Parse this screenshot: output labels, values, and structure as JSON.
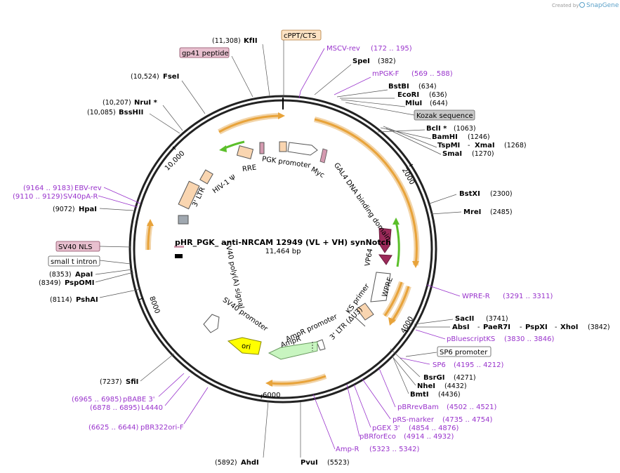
{
  "credit": {
    "created_by": "Created by",
    "brand": "SnapGene"
  },
  "plasmid": {
    "name": "pHR_PGK_ anti-NRCAM 12949 (VL + VH) synNotch",
    "size": "11,464 bp"
  },
  "ticks": [
    "2000",
    "4000",
    "6000",
    "8000",
    "10,000"
  ],
  "boxed_labels": {
    "cppt": "cPPT/CTS",
    "gp41": "gp41 peptide",
    "kozak": "Kozak sequence",
    "sv40nls": "SV40 NLS",
    "small_t": "small t intron",
    "sp6": "SP6 promoter"
  },
  "inner_labels": {
    "rre": "RRE",
    "pgk": "PGK promoter",
    "myc": "Myc",
    "hiv": "HIV-1 Ψ",
    "ltr3": "3' LTR",
    "gal4": "GAL4 DNA binding domain",
    "vp64": "VP64",
    "wpre": "WPRE",
    "ks": "KS primer",
    "ltr3du3": "3' LTR (ΔU3)",
    "ampr_prom": "AmpR promoter",
    "ampr": "AmpR",
    "ori": "ori",
    "sv40_prom": "SV40 promoter",
    "sv40_polya": "SV40 poly(A) signal"
  },
  "sites": {
    "kfli": {
      "pos": "(11,308)",
      "name": "KfII"
    },
    "msvc": {
      "name": "MSCV-rev",
      "range": "(172 .. 195)"
    },
    "spei": {
      "name": "SpeI",
      "pos": "(382)"
    },
    "mpgk": {
      "name": "mPGK-F",
      "range": "(569 .. 588)"
    },
    "bstbi": {
      "name": "BstBI",
      "pos": "(634)"
    },
    "ecori": {
      "name": "EcoRI",
      "pos": "(636)"
    },
    "mlui": {
      "name": "MluI",
      "pos": "(644)"
    },
    "bcli": {
      "name": "BclI *",
      "pos": "(1063)"
    },
    "bamhi": {
      "name": "BamHI",
      "pos": "(1246)"
    },
    "tspmi": {
      "name": "TspMI",
      "dash": "-",
      "name2": "XmaI",
      "pos": "(1268)"
    },
    "smai": {
      "name": "SmaI",
      "pos": "(1270)"
    },
    "bstxi": {
      "name": "BstXI",
      "pos": "(2300)"
    },
    "mrei": {
      "name": "MreI",
      "pos": "(2485)"
    },
    "wpre_r": {
      "name": "WPRE-R",
      "range": "(3291 .. 3311)"
    },
    "saci": {
      "name": "SacII",
      "pos": "(3741)"
    },
    "absi": {
      "name": "AbsI",
      "d1": "-",
      "name2": "PaeR7I",
      "d2": "-",
      "name3": "PspXI",
      "d3": "-",
      "name4": "XhoI",
      "pos": "(3842)"
    },
    "pbluescript": {
      "name": "pBluescriptKS",
      "range": "(3830 .. 3846)"
    },
    "sp6": {
      "name": "SP6",
      "range": "(4195 .. 4212)"
    },
    "bsrgi": {
      "name": "BsrGI",
      "pos": "(4271)"
    },
    "nhei": {
      "name": "NheI",
      "pos": "(4432)"
    },
    "bmti": {
      "name": "BmtI",
      "pos": "(4436)"
    },
    "pbrrevbam": {
      "name": "pBRrevBam",
      "range": "(4502 .. 4521)"
    },
    "prs": {
      "name": "pRS-marker",
      "range": "(4735 .. 4754)"
    },
    "pgex": {
      "name": "pGEX 3'",
      "range": "(4854 .. 4876)"
    },
    "pbrforeco": {
      "name": "pBRforEco",
      "range": "(4914 .. 4932)"
    },
    "ampr_p": {
      "name": "Amp-R",
      "range": "(5323 .. 5342)"
    },
    "pvui": {
      "name": "PvuI",
      "pos": "(5523)"
    },
    "ahdi": {
      "pos": "(5892)",
      "name": "AhdI"
    },
    "pbr322": {
      "range": "(6625 .. 6644)",
      "name": "pBR322ori-F"
    },
    "l4440": {
      "range": "(6878 .. 6895)",
      "name": "L4440"
    },
    "pbabe": {
      "range": "(6965 .. 6985)",
      "name": "pBABE 3'"
    },
    "sfii": {
      "pos": "(7237)",
      "name": "SfiI"
    },
    "pshai": {
      "pos": "(8114)",
      "name": "PshAI"
    },
    "pspomi": {
      "pos": "(8349)",
      "name": "PspOMI"
    },
    "apai": {
      "pos": "(8353)",
      "name": "ApaI"
    },
    "hpai": {
      "pos": "(9072)",
      "name": "HpaI"
    },
    "sv40pa": {
      "range": "(9110 .. 9129)",
      "name": "SV40pA-R"
    },
    "ebv": {
      "range": "(9164 .. 9183)",
      "name": "EBV-rev"
    },
    "bsshii": {
      "pos": "(10,085)",
      "name": "BssHII"
    },
    "nrui": {
      "pos": "(10,207)",
      "name": "NruI *"
    },
    "fsei": {
      "pos": "(10,524)",
      "name": "FseI"
    }
  },
  "colors": {
    "backbone": "#222222",
    "orf_arrow": "#e8a33a",
    "promoter": "#ffffff",
    "ltr": "#f9d5b0",
    "gal4": "#9c2a5a",
    "ori": "#ffff00",
    "ampr": "#c8f5c0",
    "primer": "#9933cc",
    "green": "#5bbf2a"
  }
}
